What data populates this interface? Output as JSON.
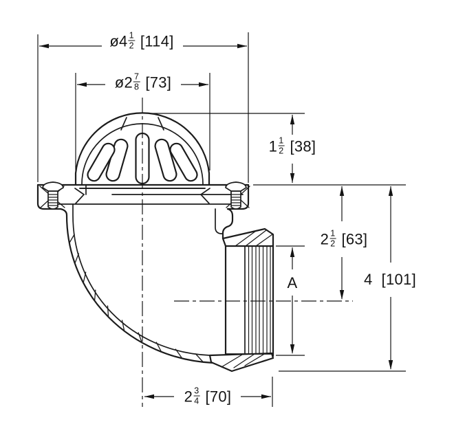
{
  "drawing": {
    "title": "dome-strainer-drain-elbow-section",
    "dimensions": {
      "outer_diameter": {
        "prefix": "ø4",
        "numerator": "1",
        "denominator": "2",
        "metric": "[114]"
      },
      "dome_diameter": {
        "prefix": "ø2",
        "numerator": "7",
        "denominator": "8",
        "metric": "[73]"
      },
      "dome_height": {
        "prefix": "1",
        "numerator": "1",
        "denominator": "2",
        "metric": "[38]"
      },
      "flange_to_outlet_centerline": {
        "prefix": "2",
        "numerator": "1",
        "denominator": "2",
        "metric": "[63]"
      },
      "overall_height": {
        "value": "4",
        "metric": "[101]"
      },
      "outlet_size": {
        "value": "A"
      },
      "centerline_to_outlet_face": {
        "prefix": "2",
        "numerator": "3",
        "denominator": "4",
        "metric": "[70]"
      }
    }
  }
}
